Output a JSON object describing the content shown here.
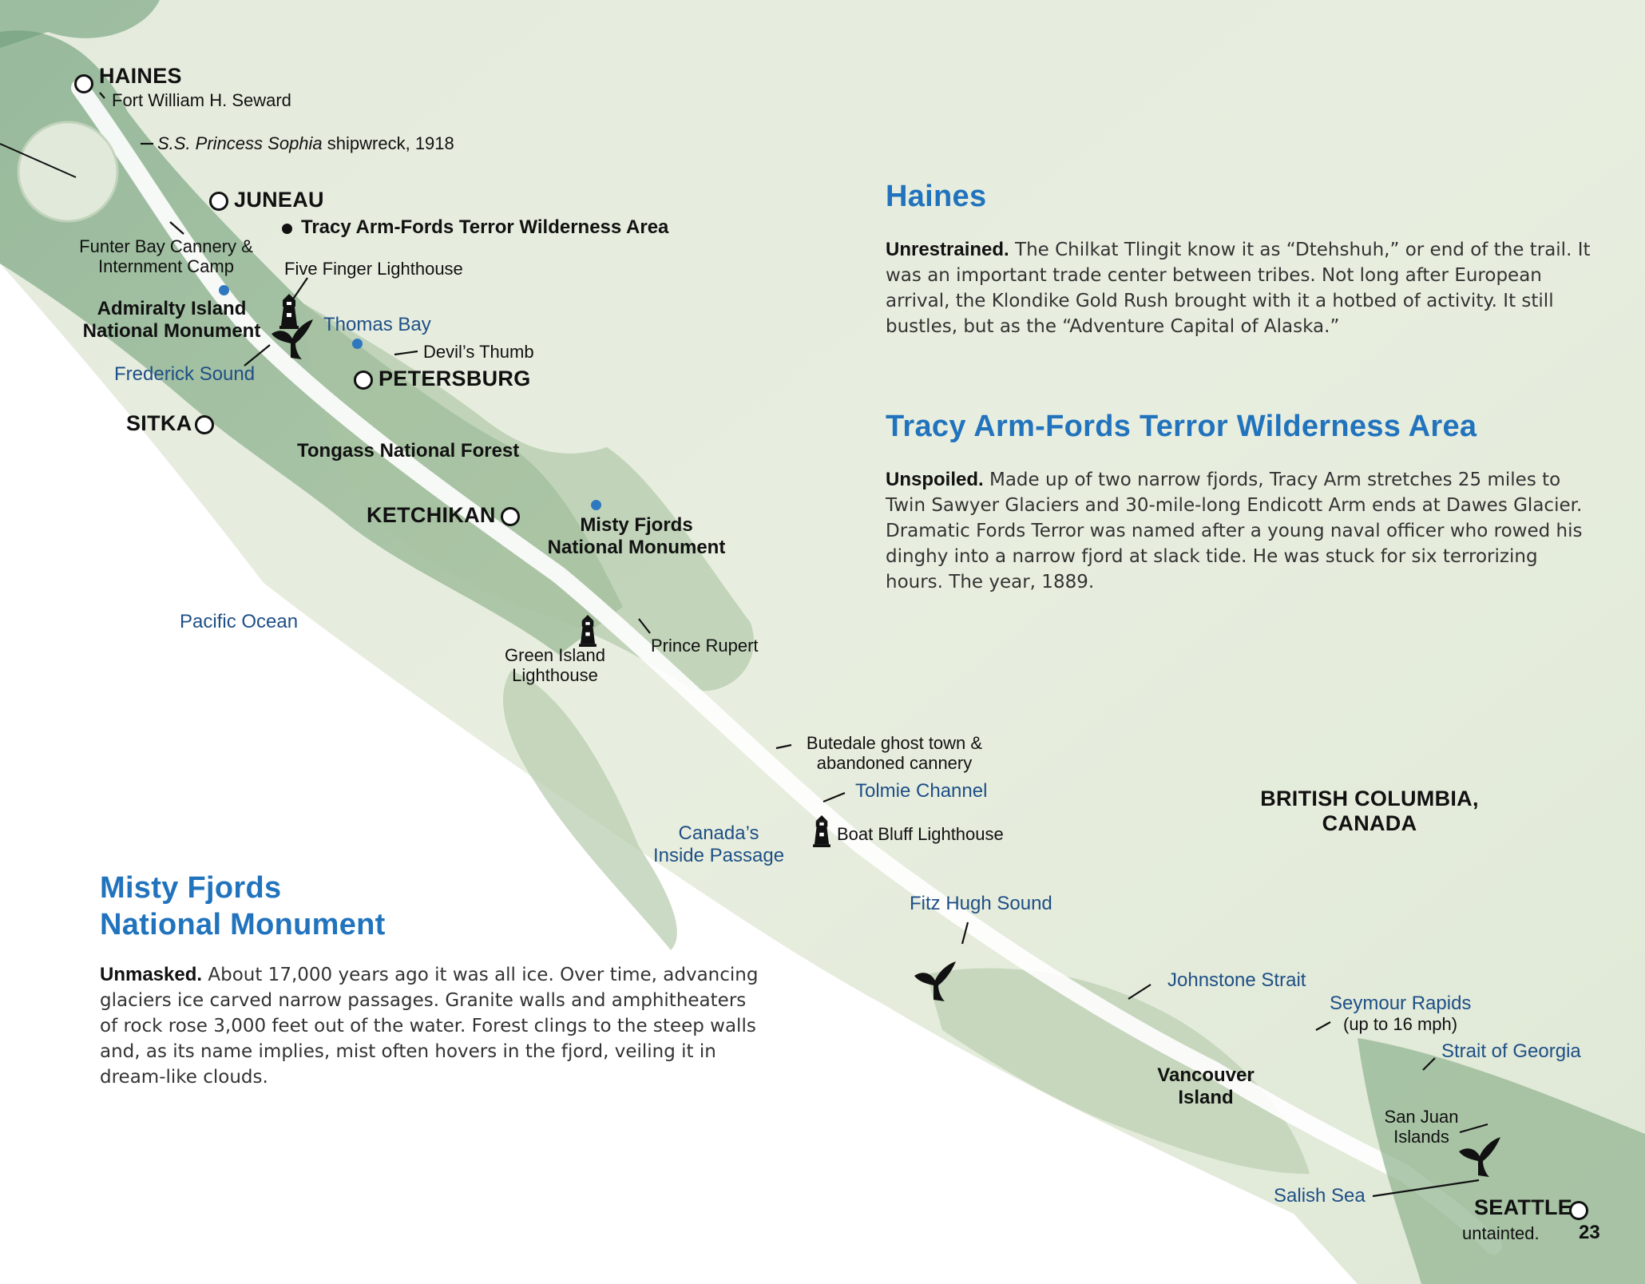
{
  "map": {
    "cities": {
      "haines": "HAINES",
      "juneau": "JUNEAU",
      "petersburg": "PETERSBURG",
      "sitka": "SITKA",
      "ketchikan": "KETCHIKAN",
      "seattle": "SEATTLE"
    },
    "places": {
      "fort_seward": "Fort William H. Seward",
      "shipwreck_italic": "S.S. Princess Sophia",
      "shipwreck_rest": " shipwreck, 1918",
      "tracy_arm": "Tracy Arm-Fords Terror Wilderness Area",
      "funter_bay_1": "Funter Bay Cannery &",
      "funter_bay_2": "Internment Camp",
      "five_finger": "Five Finger Lighthouse",
      "admiralty_1": "Admiralty Island",
      "admiralty_2": "National Monument",
      "devils_thumb": "Devil’s Thumb",
      "tongass": "Tongass National Forest",
      "misty_1": "Misty Fjords",
      "misty_2": "National Monument",
      "green_island_1": "Green Island",
      "green_island_2": "Lighthouse",
      "prince_rupert": "Prince Rupert",
      "butedale_1": "Butedale ghost town &",
      "butedale_2": "abandoned cannery",
      "boat_bluff": "Boat Bluff Lighthouse",
      "bc_1": "BRITISH COLUMBIA,",
      "bc_2": "CANADA",
      "vancouver_1": "Vancouver",
      "vancouver_2": "Island",
      "san_juan_1": "San Juan",
      "san_juan_2": "Islands",
      "seymour_speed": "(up to 16 mph)"
    },
    "water": {
      "thomas_bay": "Thomas Bay",
      "frederick_sound": "Frederick Sound",
      "pacific_ocean": "Pacific Ocean",
      "tolmie_channel": "Tolmie Channel",
      "inside_passage_1": "Canada’s",
      "inside_passage_2": "Inside Passage",
      "fitz_hugh": "Fitz Hugh Sound",
      "johnstone": "Johnstone Strait",
      "seymour": "Seymour Rapids",
      "georgia": "Strait of Georgia",
      "salish": "Salish Sea"
    },
    "icons": [
      "lighthouse-icon",
      "whale-tail-icon",
      "city-circle-icon",
      "point-of-interest-dot-icon"
    ],
    "colors": {
      "water_label": "#1e4f86",
      "heading": "#2173bd",
      "poi_dot": "#2f78c0"
    }
  },
  "articles": {
    "haines": {
      "title": "Haines",
      "lead": "Unrestrained.",
      "body": " The Chilkat Tlingit know it as “Dtehshuh,” or end of the trail. It was an important trade center between tribes. Not long after European arrival, the Klondike Gold Rush brought with it a hotbed of activity. It still bustles, but as the “Adventure Capital of Alaska.”"
    },
    "tracy": {
      "title": "Tracy Arm-Fords Terror Wilderness Area",
      "lead": "Unspoiled.",
      "body": " Made up of two narrow fjords, Tracy Arm stretches 25 miles to Twin Sawyer Glaciers and 30-mile-long Endicott Arm ends at Dawes Glacier. Dramatic Fords Terror was named after a young naval officer who rowed his dinghy into a narrow fjord at slack tide. He was stuck for six terrorizing hours. The year, 1889."
    },
    "misty": {
      "title_1": "Misty Fjords",
      "title_2": "National Monument",
      "lead": "Unmasked.",
      "body": " About 17,000 years ago it was all ice. Over time, advancing glaciers ice carved narrow passages. Granite walls and amphitheaters of rock rose 3,000 feet out of the water. Forest clings to the steep walls and, as its name implies, mist often hovers in the fjord, veiling it in dream-like clouds."
    }
  },
  "footer": {
    "fragment": "untainted.",
    "page_number": "23"
  }
}
